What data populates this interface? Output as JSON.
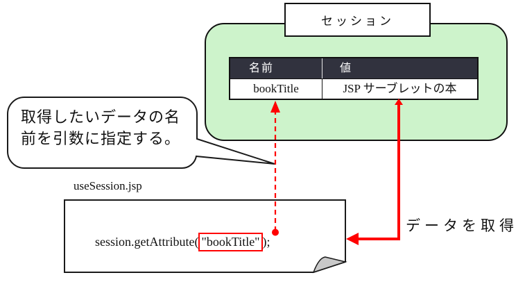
{
  "diagram": {
    "session_box": {
      "title": "セッション"
    },
    "table": {
      "headers": [
        "名前",
        "値"
      ],
      "row": [
        "bookTitle",
        "JSP サーブレットの本"
      ]
    },
    "callout": {
      "line1": "取得したいデータの名",
      "line2": "前を引数に指定する。"
    },
    "file_label": "useSession.jsp",
    "code": {
      "prefix": "session.getAttribute(",
      "highlight": "\"bookTitle\"",
      "suffix": ");"
    },
    "arrow_label": "データを取得",
    "colors": {
      "panel_green": "#cdf3cb",
      "table_header_dark": "#31323e",
      "accent_red": "#ff0000",
      "fold_gray": "#c9c9c9"
    }
  }
}
